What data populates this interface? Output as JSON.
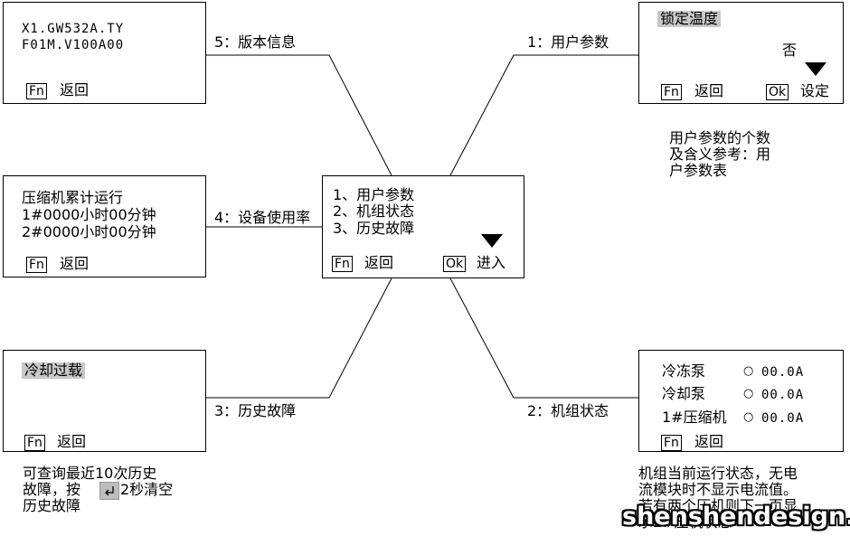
{
  "center": {
    "menu": [
      "1、用户参数",
      "2、机组状态",
      "3、历史故障"
    ],
    "fn": "Fn",
    "back": "返回",
    "ok": "Ok",
    "enter": "进入"
  },
  "version": {
    "line1": "X1.GW532A.TY",
    "line2": "F01M.V100A00",
    "fn": "Fn",
    "back": "返回",
    "connector": "5：版本信息"
  },
  "usage": {
    "lines": [
      "压缩机累计运行",
      "1#0000小时00分钟",
      "2#0000小时00分钟"
    ],
    "fn": "Fn",
    "back": "返回",
    "connector": "4：设备使用率"
  },
  "history": {
    "title": "冷却过载",
    "fn": "Fn",
    "back": "返回",
    "connector": "3：历史故障",
    "note1": "可查询最近10次历史",
    "note2a": "故障，按",
    "note2b": "2秒清空",
    "note3": "历史故障"
  },
  "user_param": {
    "title": "锁定温度",
    "value": "否",
    "fn": "Fn",
    "back": "返回",
    "ok": "Ok",
    "set": "设定",
    "connector": "1：用户参数",
    "note": [
      "用户参数的个数",
      "及含义参考：用",
      "户参数表"
    ]
  },
  "unit_status": {
    "rows": [
      {
        "name": "冷冻泵",
        "value": "00.0A"
      },
      {
        "name": "冷却泵",
        "value": "00.0A"
      },
      {
        "name": "1#压缩机",
        "value": "00.0A"
      }
    ],
    "fn": "Fn",
    "back": "返回",
    "connector": "2：机组状态",
    "note": [
      "机组当前运行状态，无电",
      "流模块时不显示电流值。",
      "若有两个压机则下一页显",
      "示2#压机状态"
    ]
  },
  "watermark": "shenshendesign.com"
}
